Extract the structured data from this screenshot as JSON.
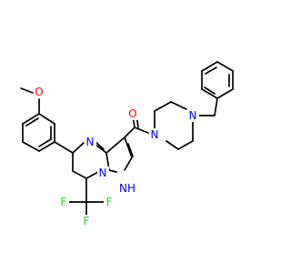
{
  "atom_labels": {
    "o_methoxy": "O",
    "o_carbonyl": "O",
    "n_pip_amide": "N",
    "n_pip_benzyl": "N",
    "n_ring_imine": "N",
    "n_bridge": "N",
    "nh": "NH",
    "n_nh_subscript": "H",
    "f1": "F",
    "f2": "F",
    "f3": "F"
  },
  "colors": {
    "bond": "#000000",
    "oxygen": "#ff0000",
    "nitrogen": "#0000ff",
    "fluorine": "#33cc33",
    "background": "#ffffff"
  }
}
